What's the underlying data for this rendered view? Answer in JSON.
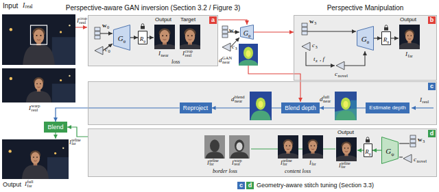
{
  "diagram": {
    "nodes": [
      {
        "text": [
          "Perspective-aware GAN inversion (Section 3.2 / Figure 3)",
          "a"
        ]
      },
      {
        "text": [
          "G",
          "θ"
        ],
        "in": 0
      },
      {
        "text": [
          "R",
          "θ"
        ],
        "in": 0
      },
      {
        "text": [
          "G",
          "θ"
        ]
      },
      {
        "text": [
          "Perspective Manipulation",
          "b"
        ]
      },
      {
        "text": [
          "G",
          "θ"
        ],
        "in": 4
      },
      {
        "text": [
          "R",
          "θ"
        ],
        "in": 4
      },
      {
        "text": [
          "c"
        ]
      },
      {
        "text": [
          "Reproject"
        ],
        "in": 7
      },
      {
        "text": [
          "Blend depth"
        ],
        "in": 7
      },
      {
        "text": [
          "Estimate depth"
        ],
        "in": 7
      },
      {
        "text": [
          "d"
        ]
      },
      {
        "text": [
          "R",
          "θ"
        ],
        "in": 11
      },
      {
        "text": [
          "G",
          "ψ"
        ],
        "in": 11
      },
      {
        "text": [
          "Blend"
        ]
      }
    ],
    "edges": [
      {
        "from": 1,
        "to": 2,
        "arrow": "to"
      },
      {
        "from": 5,
        "to": 6,
        "arrow": "to"
      },
      {
        "from": 0,
        "to": 3,
        "arrow": "to"
      },
      {
        "from": 3,
        "to": 4,
        "arrow": "to"
      },
      {
        "from": 10,
        "to": 9,
        "arrow": "to"
      },
      {
        "from": 9,
        "to": 8,
        "arrow": "to"
      },
      {
        "from": 13,
        "to": 12,
        "arrow": "to"
      },
      {
        "from": 8,
        "to": 14,
        "arrow": "to"
      },
      {
        "from": 11,
        "to": 14,
        "arrow": "to"
      }
    ],
    "labels": [
      "Input",
      "I",
      "real",
      "I",
      "real",
      "crop",
      "w",
      "0",
      "c",
      "0",
      "Output",
      "Target",
      "I",
      "near",
      "I",
      "real",
      "crop",
      "loss",
      "w",
      "3",
      "c",
      "3",
      "d",
      "near",
      "GAN",
      "w",
      "3",
      "c",
      "3",
      "t",
      "z",
      ", f",
      "c",
      "novel",
      "Output",
      "I",
      "far",
      "I",
      "real",
      "d",
      "near",
      "full",
      "I",
      "real",
      "warp",
      "I",
      "far",
      "refine",
      "I",
      "real",
      "warp",
      "border loss",
      "I",
      "far",
      "refine",
      "I",
      "far",
      "content loss",
      "Output",
      "w",
      "3",
      "c",
      "novel",
      "I",
      "far",
      "refine",
      "Output",
      "I",
      "far",
      "full",
      "Geometry-aware stitch tuning (Section 3.3)",
      "I",
      "far",
      "refine",
      "d",
      "near",
      "blend"
    ],
    "legend": [
      {
        "text": "c",
        "color": "#3b6fb6"
      },
      {
        "text": "d",
        "color": "#3a9d4f"
      }
    ]
  }
}
